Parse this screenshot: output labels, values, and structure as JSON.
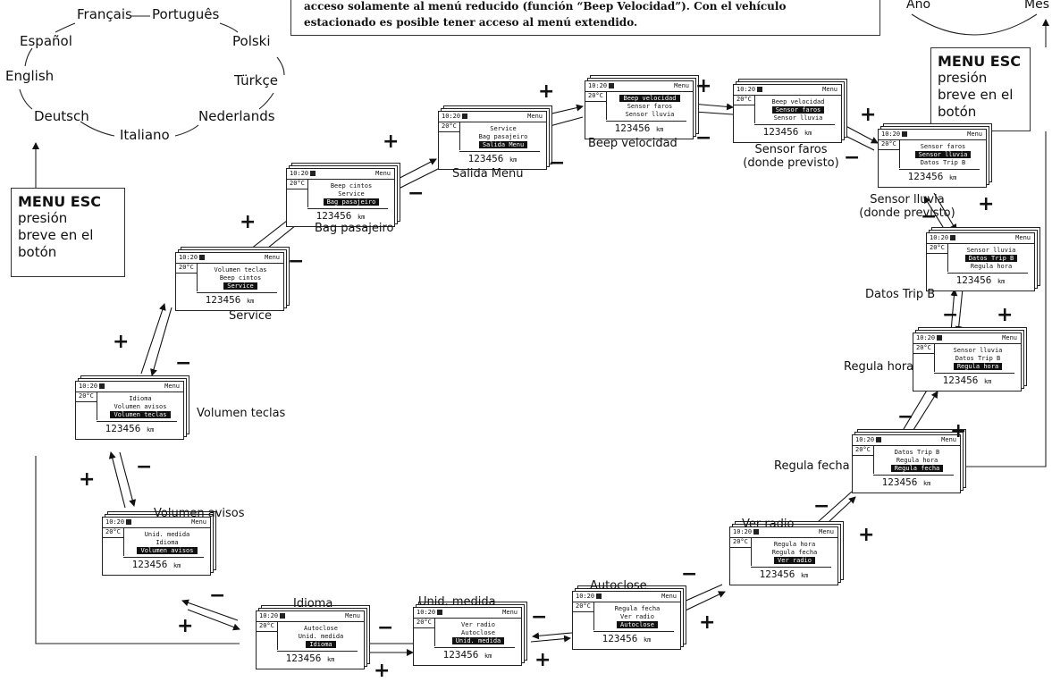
{
  "note_lines": [
    "acceso solamente al menú reducido (función “Beep Velocidad”). Con el vehículo",
    "estacionado es posible tener acceso al menú extendido."
  ],
  "languages": [
    "Français",
    "Português",
    "Español",
    "Polski",
    "English",
    "Türkçe",
    "Deutsch",
    "Nederlands",
    "Italiano"
  ],
  "year_label": "Año",
  "month_label": "Mes",
  "esc_box_right": {
    "title": "MENU ESC",
    "lines": [
      "presión",
      "breve en el",
      "botón"
    ]
  },
  "esc_box_left": {
    "title": "MENU ESC",
    "lines": [
      "presión",
      "breve en el",
      "botón"
    ]
  },
  "plus_sign": "+",
  "minus_sign": "−",
  "display": {
    "time": "10:20",
    "temp": "20°C",
    "menu": "Menu",
    "odometer": "123456",
    "unit": "km"
  },
  "screens": [
    {
      "label": "Beep velocidad",
      "items": [
        "Beep velocidad",
        "Sensor faros",
        "Sensor lluvia"
      ],
      "selected": 0
    },
    {
      "label": "Sensor faros (donde previsto)",
      "items": [
        "Beep velocidad",
        "Sensor faros",
        "Sensor lluvia"
      ],
      "selected": 1
    },
    {
      "label": "Sensor lluvia (donde previsto)",
      "items": [
        "Sensor faros",
        "Sensor lluvia",
        "Datos Trip B"
      ],
      "selected": 1
    },
    {
      "label": "Datos Trip B",
      "items": [
        "Sensor lluvia",
        "Datos Trip B",
        "Regula hora"
      ],
      "selected": 1
    },
    {
      "label": "Regula hora",
      "items": [
        "Sensor lluvia",
        "Datos Trip B",
        "Regula hora"
      ],
      "selected": 2
    },
    {
      "label": "Regula fecha",
      "items": [
        "Datos Trip B",
        "Regula hora",
        "Regula fecha"
      ],
      "selected": 2
    },
    {
      "label": "Ver radio",
      "items": [
        "Regula hora",
        "Regula fecha",
        "Ver radio"
      ],
      "selected": 2
    },
    {
      "label": "Autoclose",
      "items": [
        "Regula fecha",
        "Ver radio",
        "Autoclose"
      ],
      "selected": 2
    },
    {
      "label": "Unid. medida",
      "items": [
        "Ver radio",
        "Autoclose",
        "Unid. medida"
      ],
      "selected": 2
    },
    {
      "label": "Idioma",
      "items": [
        "Autoclose",
        "Unid. medida",
        "Idioma"
      ],
      "selected": 2
    },
    {
      "label": "Volumen avisos",
      "items": [
        "Unid. medida",
        "Idioma",
        "Volumen avisos"
      ],
      "selected": 2
    },
    {
      "label": "Volumen teclas",
      "items": [
        "Idioma",
        "Volumen avisos",
        "Volumen teclas"
      ],
      "selected": 2
    },
    {
      "label": "Service",
      "items": [
        "Volumen teclas",
        "Beep cintos",
        "Service"
      ],
      "selected": 2
    },
    {
      "label": "Bag pasajeiro",
      "items": [
        "Beep cintos",
        "Service",
        "Bag pasajeiro"
      ],
      "selected": 2
    },
    {
      "label": "Salida Menu",
      "items": [
        "Service",
        "Bag pasajeiro",
        "Salida Menu"
      ],
      "selected": 2
    }
  ]
}
